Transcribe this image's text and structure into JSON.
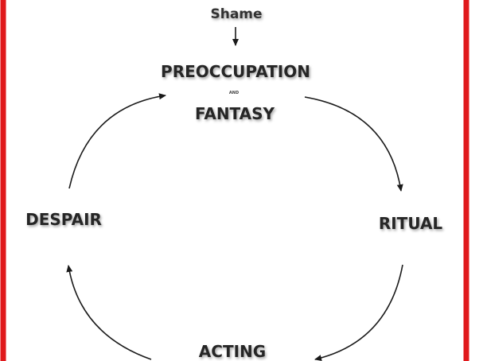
{
  "diagram": {
    "source": "Shame",
    "nodes": {
      "top_line1": "PREOCCUPATION",
      "top_connector": "AND",
      "top_line2": "FANTASY",
      "right": "RITUAL",
      "bottom": "ACTING",
      "left": "DESPAIR"
    }
  },
  "colors": {
    "frame": "#e0191c",
    "text": "#262626",
    "arrow": "#1a1a1a",
    "background": "#ffffff"
  }
}
